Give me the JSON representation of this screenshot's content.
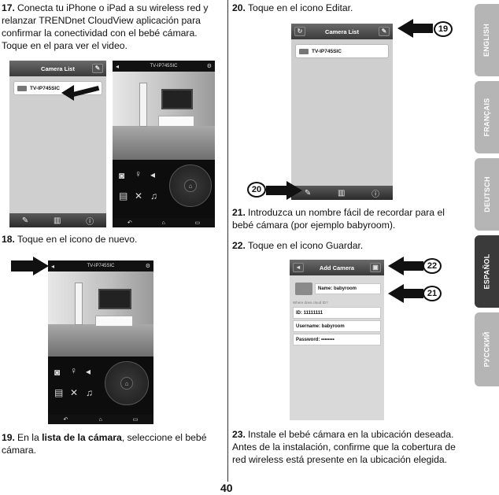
{
  "steps": {
    "s17": {
      "num": "17.",
      "text": "Conecta tu iPhone o iPad a su wireless red y relanzar TRENDnet CloudView aplicación para confirmar la conectividad con el bebé cámara. Toque en el para ver el video."
    },
    "s18": {
      "num": "18.",
      "text": "Toque en el icono de nuevo."
    },
    "s19": {
      "num": "19.",
      "pre": "En la ",
      "bold": "lista de la cámara",
      "post": ", seleccione el bebé cámara."
    },
    "s20": {
      "num": "20.",
      "text": "Toque en el icono Editar."
    },
    "s21": {
      "num": "21.",
      "text": "Introduzca un nombre fácil de recordar para el bebé cámara (por ejemplo babyroom)."
    },
    "s22": {
      "num": "22.",
      "text": "Toque en el icono Guardar."
    },
    "s23": {
      "num": "23.",
      "text": "Instale el bebé cámara en la ubicación deseada. Antes de la instalación, confirme que la cobertura de red wireless está presente en la ubicación elegida."
    }
  },
  "screens": {
    "camera_list_title": "Camera List",
    "camera_name": "TV-IP745SIC",
    "video_title": "TV-IP745SIC",
    "add_camera_title": "Add Camera",
    "name_field": "Name: babyroom",
    "section_label": "Where does cloud ID?",
    "id_field": "ID: 11111111",
    "username_field": "Username: babyroom",
    "password_field": "Password: ••••••••"
  },
  "callouts": {
    "c19": "19",
    "c20": "20",
    "c21": "21",
    "c22": "22"
  },
  "page_number": "40",
  "tabs": [
    {
      "label": "ENGLISH",
      "color": "#b5b5b5"
    },
    {
      "label": "FRANÇAIS",
      "color": "#b5b5b5"
    },
    {
      "label": "DEUTSCH",
      "color": "#b5b5b5"
    },
    {
      "label": "ESPAÑOL",
      "color": "#3a3a3a"
    },
    {
      "label": "РУССКИЙ",
      "color": "#b5b5b5"
    }
  ]
}
